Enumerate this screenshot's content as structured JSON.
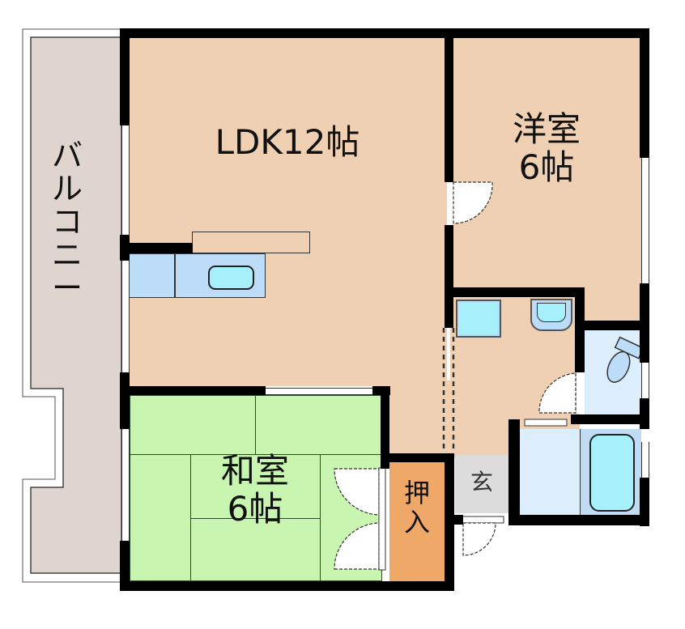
{
  "floor_plan": {
    "rooms": [
      {
        "id": "ldk",
        "label": "LDK12帖",
        "type": "LDK",
        "size_jo": 12,
        "color": "#f0d0b2"
      },
      {
        "id": "western",
        "label": "洋室\n6帖",
        "type": "洋室",
        "size_jo": 6,
        "color": "#f0d0b2"
      },
      {
        "id": "japanese",
        "label": "和室\n6帖",
        "type": "和室",
        "size_jo": 6,
        "color": "#c8f5b0"
      },
      {
        "id": "closet",
        "label": "押\n入",
        "type": "押入",
        "color": "#f0a868"
      },
      {
        "id": "entrance",
        "label": "玄",
        "type": "玄関",
        "color": "#dcdcdc"
      },
      {
        "id": "balcony",
        "label": "バ\nル\nコ\nニ\nー",
        "type": "バルコニー",
        "color": "#e0d5ce"
      },
      {
        "id": "toilet",
        "type": "トイレ",
        "color": "#dcedfb"
      },
      {
        "id": "bath",
        "type": "浴室",
        "color": "#c0dcf5"
      },
      {
        "id": "washroom",
        "type": "洗面所",
        "color": "#dcedfb"
      }
    ],
    "fixtures": [
      "kitchen-counter",
      "sink",
      "washing-machine-pan",
      "wash-basin",
      "toilet-bowl",
      "bathtub"
    ],
    "colors": {
      "wall": "#000000",
      "fixture_blue": "#bcdcf8",
      "fixture_cyan": "#a6f0fc",
      "background": "#ffffff"
    }
  }
}
